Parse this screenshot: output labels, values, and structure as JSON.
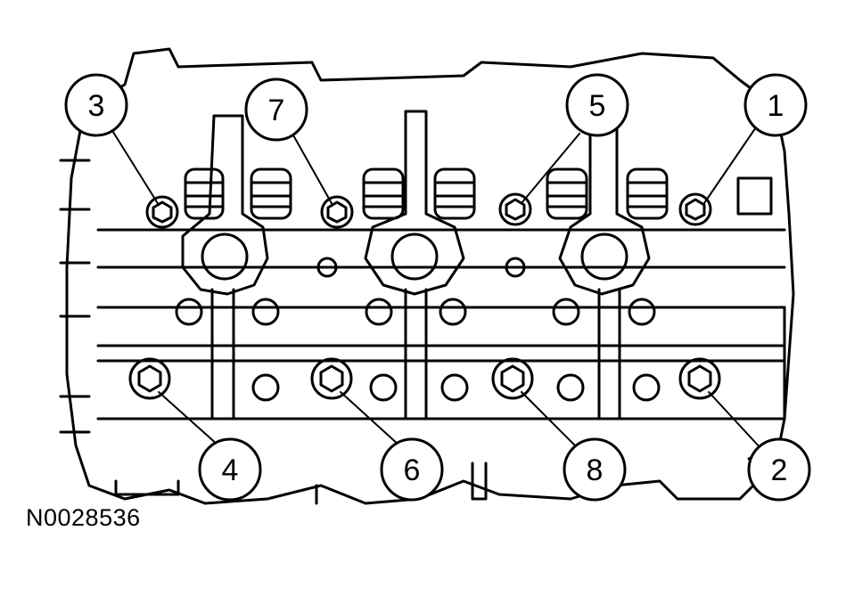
{
  "figure_id": "N0028536",
  "callouts": [
    {
      "label": "3",
      "step": 3
    },
    {
      "label": "7",
      "step": 7
    },
    {
      "label": "5",
      "step": 5
    },
    {
      "label": "1",
      "step": 1
    },
    {
      "label": "4",
      "step": 4
    },
    {
      "label": "6",
      "step": 6
    },
    {
      "label": "8",
      "step": 8
    },
    {
      "label": "2",
      "step": 2
    }
  ],
  "colors": {
    "line": "#000000",
    "background": "#ffffff"
  }
}
